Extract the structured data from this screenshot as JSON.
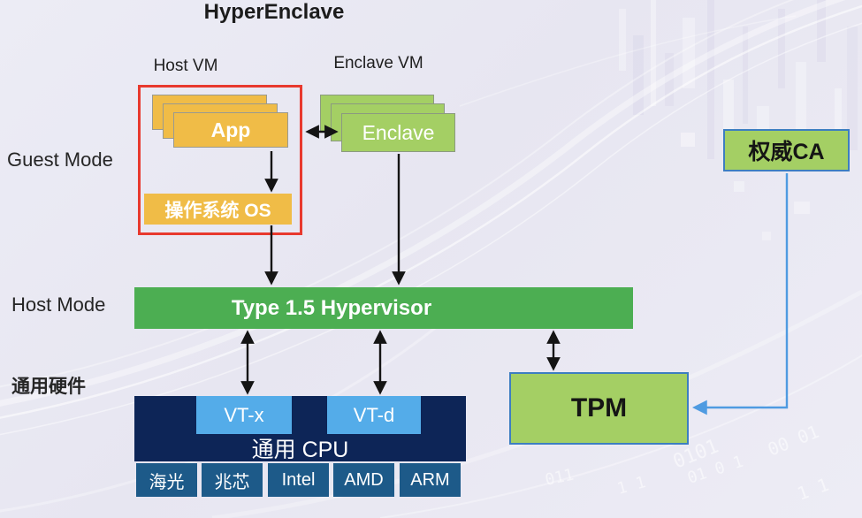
{
  "title": "HyperEnclave",
  "row_labels": {
    "guest_mode": "Guest Mode",
    "host_mode": "Host Mode",
    "hardware": "通用硬件"
  },
  "guest": {
    "host_vm_label": "Host VM",
    "enclave_vm_label": "Enclave VM",
    "app_label": "App",
    "os_label": "操作系统 OS",
    "enclave_label": "Enclave"
  },
  "host": {
    "hypervisor_label": "Type 1.5 Hypervisor"
  },
  "hardware": {
    "vt_x": "VT-x",
    "vt_d": "VT-d",
    "cpu_label": "通用 CPU",
    "vendors": [
      "海光",
      "兆芯",
      "Intel",
      "AMD",
      "ARM"
    ],
    "tpm_label": "TPM"
  },
  "ca_label": "权威CA",
  "watermark": [
    "0101",
    "00 01",
    "011",
    "01 0 1",
    "1 1",
    "1 1"
  ],
  "colors": {
    "app-orange": "#F0BC47",
    "enclave-green": "#A4CF64",
    "hypervisor-green": "#4CAE52",
    "cpu-navy": "#0D2557",
    "vendor-blue": "#1D5A89",
    "vt-blue": "#54ACE9",
    "tpm-green": "#A4CF64",
    "box-blue-border": "#3D7EC1",
    "red-frame": "#E8392E",
    "arrow-black": "#141414",
    "arrow-blue": "#4F9BE1"
  }
}
